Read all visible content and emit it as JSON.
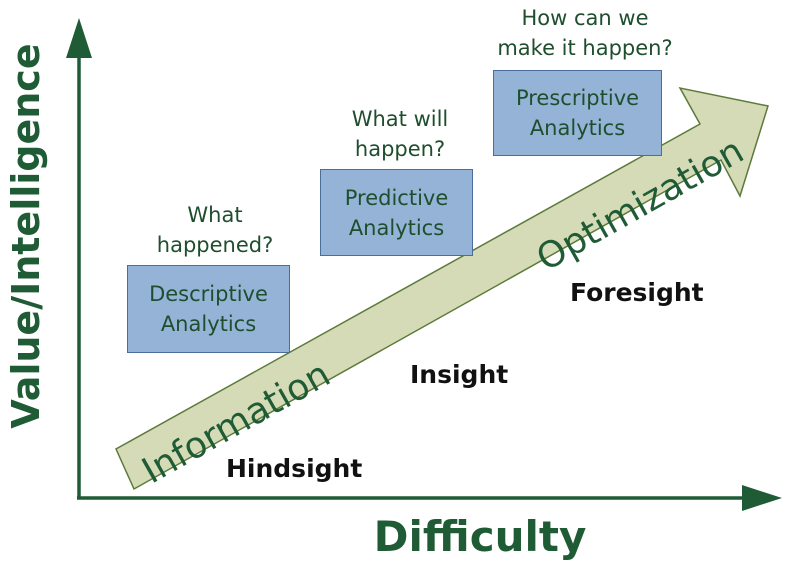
{
  "colors": {
    "axis": "#1f5c36",
    "box_fill": "#95b3d7",
    "box_border": "#4a6d99",
    "arrow_fill": "#d6dbb7",
    "arrow_text": "#1f5c36"
  },
  "axes": {
    "y_label": "Value/Intelligence",
    "x_label": "Difficulty"
  },
  "arrow": {
    "start_text": "Information",
    "end_text": "Optimization"
  },
  "stages": [
    {
      "question_line1": "What",
      "question_line2": "happened?",
      "box_line1": "Descriptive",
      "box_line2": "Analytics",
      "sight": "Hindsight"
    },
    {
      "question_line1": "What will",
      "question_line2": "happen?",
      "box_line1": "Predictive",
      "box_line2": "Analytics",
      "sight": "Insight"
    },
    {
      "question_line1": "How can we",
      "question_line2": "make it happen?",
      "box_line1": "Prescriptive",
      "box_line2": "Analytics",
      "sight": "Foresight"
    }
  ]
}
